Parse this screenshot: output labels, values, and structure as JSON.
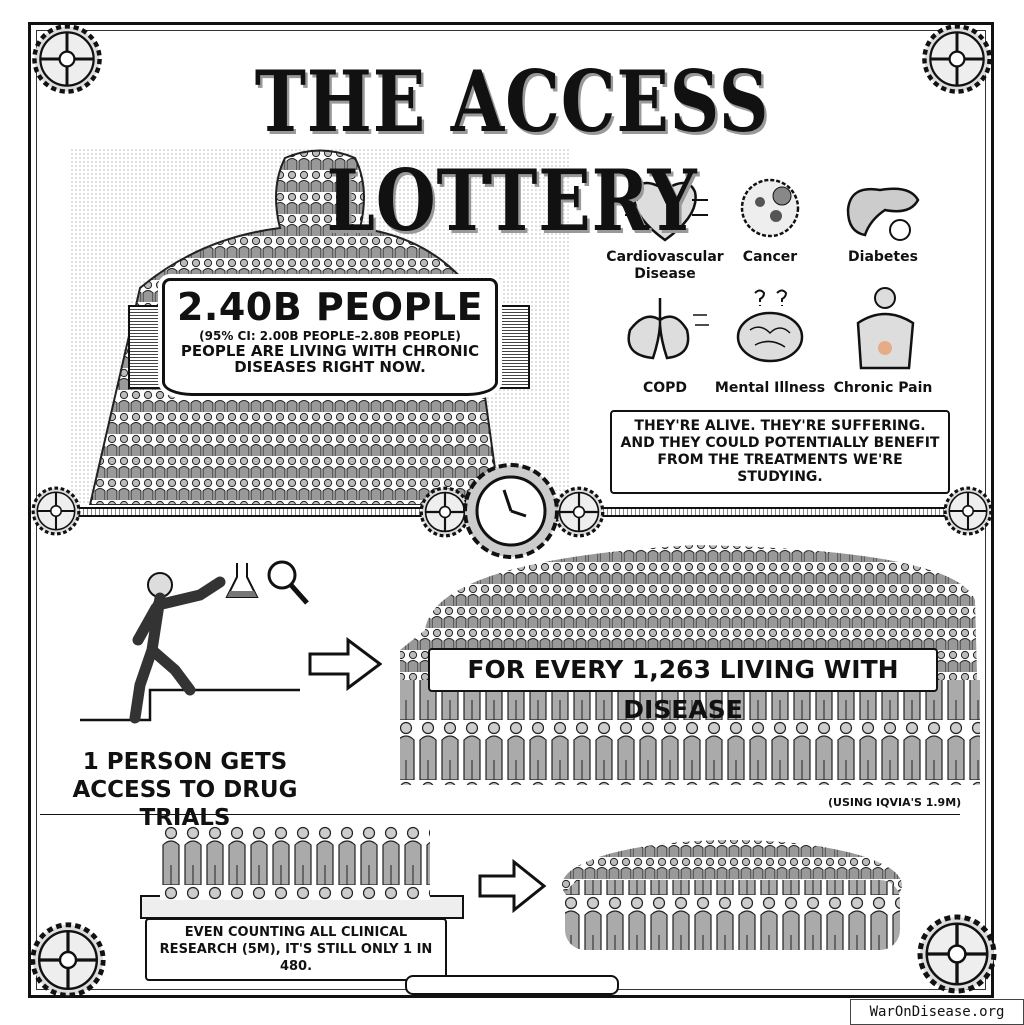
{
  "title": "THE ACCESS LOTTERY",
  "headline": {
    "value": "2.40B PEOPLE",
    "ci": "(95% CI: 2.00B PEOPLE–2.80B PEOPLE)",
    "text": "PEOPLE ARE LIVING WITH CHRONIC DISEASES RIGHT NOW."
  },
  "diseases": [
    {
      "label": "Cardiovascular Disease",
      "icon": "heart-icon"
    },
    {
      "label": "Cancer",
      "icon": "cancer-cell-icon"
    },
    {
      "label": "Diabetes",
      "icon": "pancreas-icon"
    },
    {
      "label": "COPD",
      "icon": "lungs-icon"
    },
    {
      "label": "Mental Illness",
      "icon": "brain-icon"
    },
    {
      "label": "Chronic Pain",
      "icon": "back-pain-icon"
    }
  ],
  "suffering_note": "THEY'RE ALIVE. THEY'RE SUFFERING. AND THEY COULD POTENTIALLY BENEFIT FROM THE TREATMENTS WE'RE STUDYING.",
  "ratio_box": "FOR EVERY 1,263 LIVING WITH DISEASE",
  "access_text": "1 PERSON GETS ACCESS TO DRUG TRIALS",
  "source_note": "(USING IQVIA'S 1.9M)",
  "all_research_note": "EVEN COUNTING ALL CLINICAL RESEARCH (5M), IT'S STILL ONLY 1 IN 480.",
  "watermark": "WarOnDisease.org"
}
